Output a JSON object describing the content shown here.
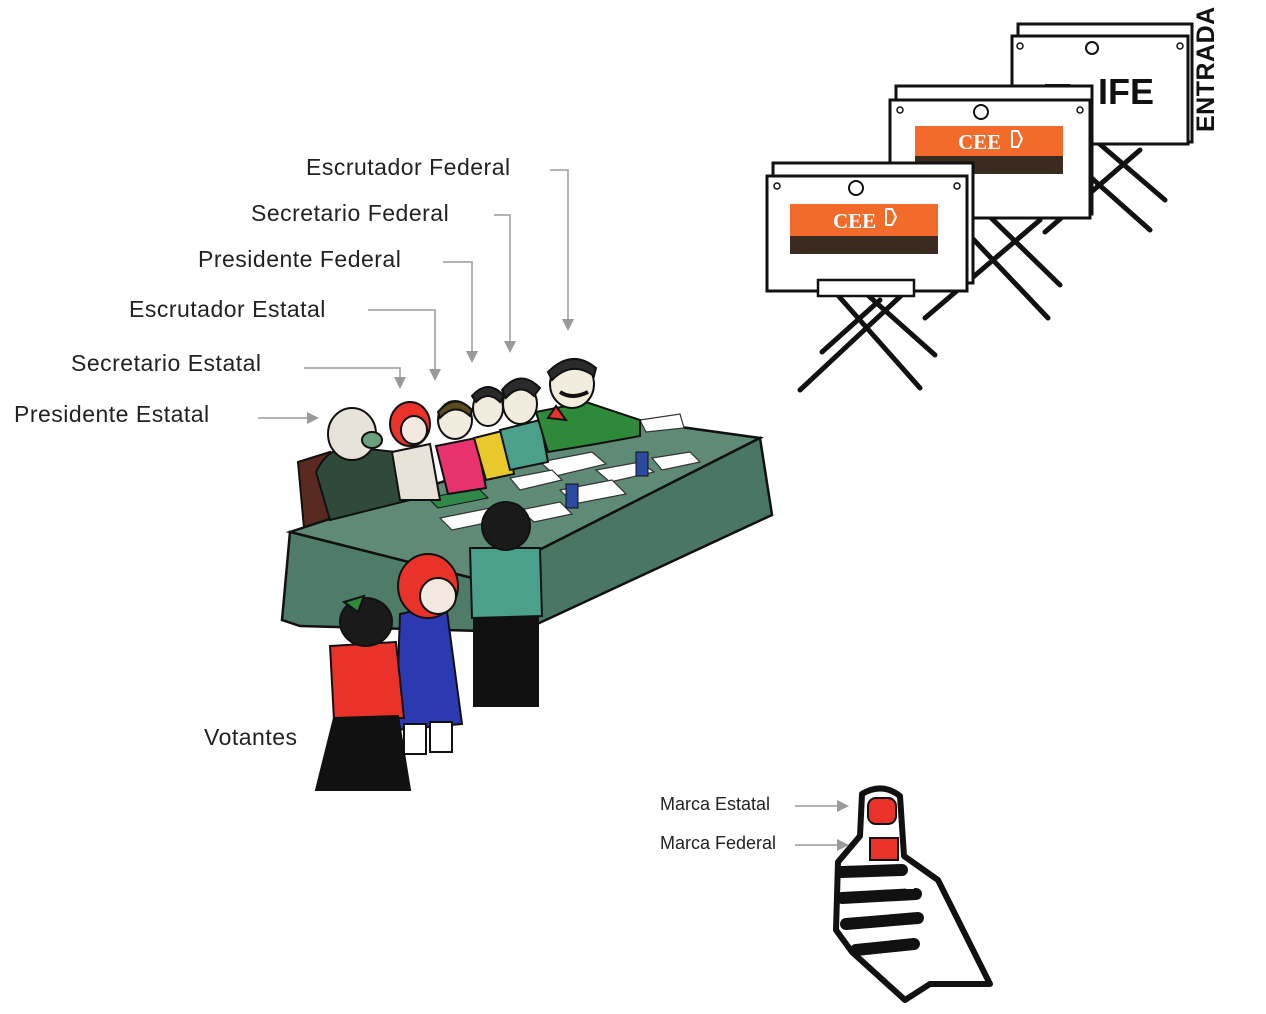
{
  "entrance_label": "ENTRADA",
  "roles": {
    "escrutador_federal": "Escrutador Federal",
    "secretario_federal": "Secretario Federal",
    "presidente_federal": "Presidente Federal",
    "escrutador_estatal": "Escrutador Estatal",
    "secretario_estatal": "Secretario Estatal",
    "presidente_estatal": "Presidente Estatal"
  },
  "voters_label": "Votantes",
  "marks": {
    "estatal": "Marca Estatal",
    "federal": "Marca Federal"
  },
  "booths": {
    "front": "CEE",
    "middle": "CEE",
    "back": "IFE"
  },
  "colors": {
    "cee_orange": "#f26b2a",
    "table_green": "#5e8a76",
    "ink_red": "#e8322a"
  }
}
